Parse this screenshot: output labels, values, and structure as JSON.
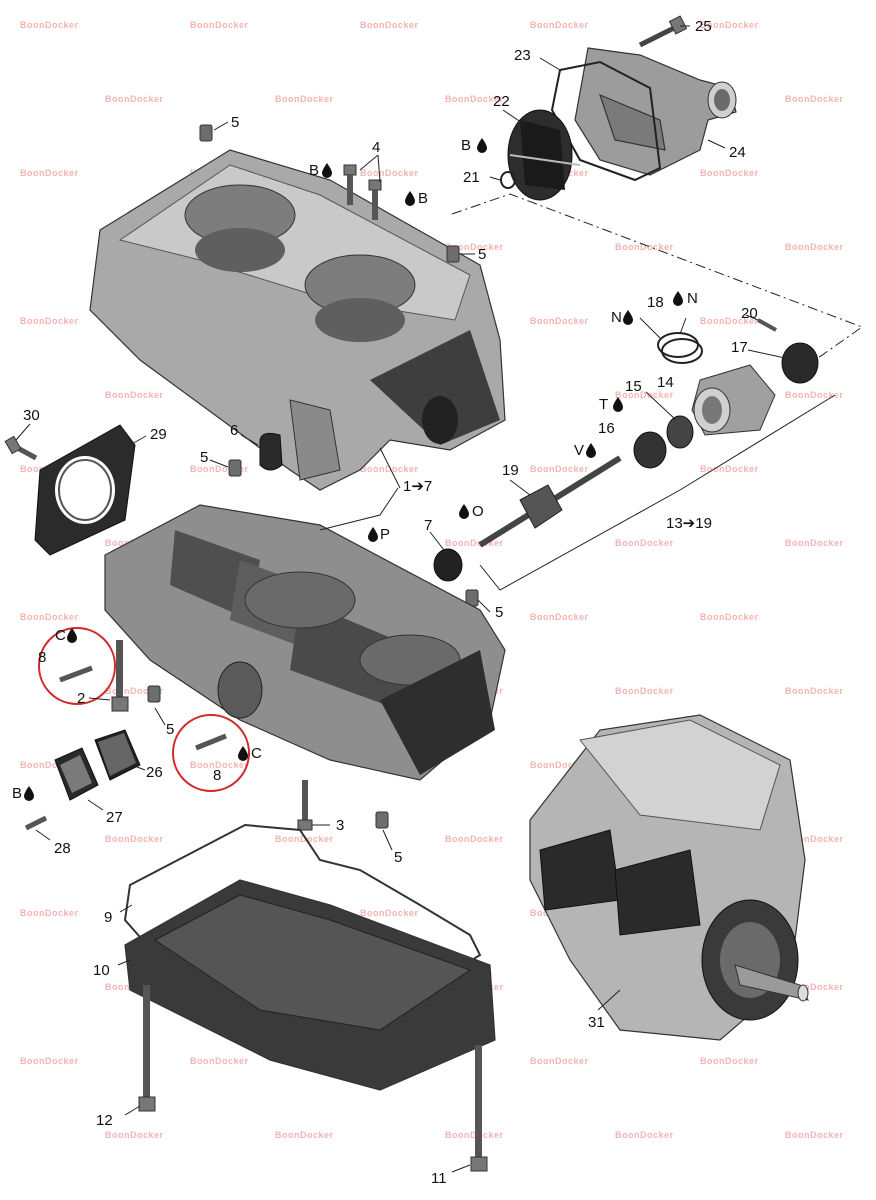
{
  "watermark_text": "BoonDocker",
  "colors": {
    "ink": "#111111",
    "casting_light": "#b9b9b9",
    "casting_mid": "#8f8f8f",
    "casting_dark": "#4a4a4a",
    "gasket": "#2b2b2b",
    "highlight_circle": "#d22a2a",
    "watermark": "#f3b3b3"
  },
  "callouts": [
    {
      "id": "c25",
      "text": "25"
    },
    {
      "id": "c23",
      "text": "23"
    },
    {
      "id": "c22",
      "text": "22"
    },
    {
      "id": "c24",
      "text": "24"
    },
    {
      "id": "c21",
      "text": "21"
    },
    {
      "id": "cB22",
      "text": "B"
    },
    {
      "id": "c5a",
      "text": "5"
    },
    {
      "id": "c4",
      "text": "4"
    },
    {
      "id": "cB4a",
      "text": "B"
    },
    {
      "id": "cB4b",
      "text": "B"
    },
    {
      "id": "c5b",
      "text": "5"
    },
    {
      "id": "c18",
      "text": "18"
    },
    {
      "id": "cN1",
      "text": "N"
    },
    {
      "id": "cN2",
      "text": "N"
    },
    {
      "id": "c20",
      "text": "20"
    },
    {
      "id": "c17",
      "text": "17"
    },
    {
      "id": "c15",
      "text": "15"
    },
    {
      "id": "c14",
      "text": "14"
    },
    {
      "id": "cT",
      "text": "T"
    },
    {
      "id": "c16",
      "text": "16"
    },
    {
      "id": "cV",
      "text": "V"
    },
    {
      "id": "c30",
      "text": "30"
    },
    {
      "id": "c29",
      "text": "29"
    },
    {
      "id": "c6",
      "text": "6"
    },
    {
      "id": "c5c",
      "text": "5"
    },
    {
      "id": "c1to7",
      "text": "1➔7"
    },
    {
      "id": "c19",
      "text": "19"
    },
    {
      "id": "cO",
      "text": "O"
    },
    {
      "id": "c7",
      "text": "7"
    },
    {
      "id": "cP",
      "text": "P"
    },
    {
      "id": "c13to19",
      "text": "13➔19"
    },
    {
      "id": "c5d",
      "text": "5"
    },
    {
      "id": "cC1",
      "text": "C"
    },
    {
      "id": "c8a",
      "text": "8"
    },
    {
      "id": "c2",
      "text": "2"
    },
    {
      "id": "c5e",
      "text": "5"
    },
    {
      "id": "c8b",
      "text": "8"
    },
    {
      "id": "cC2",
      "text": "C"
    },
    {
      "id": "c26",
      "text": "26"
    },
    {
      "id": "cB28",
      "text": "B"
    },
    {
      "id": "c27",
      "text": "27"
    },
    {
      "id": "c28",
      "text": "28"
    },
    {
      "id": "c3",
      "text": "3"
    },
    {
      "id": "c5f",
      "text": "5"
    },
    {
      "id": "c9",
      "text": "9"
    },
    {
      "id": "c10",
      "text": "10"
    },
    {
      "id": "c31",
      "text": "31"
    },
    {
      "id": "c12",
      "text": "12"
    },
    {
      "id": "c11",
      "text": "11"
    }
  ]
}
